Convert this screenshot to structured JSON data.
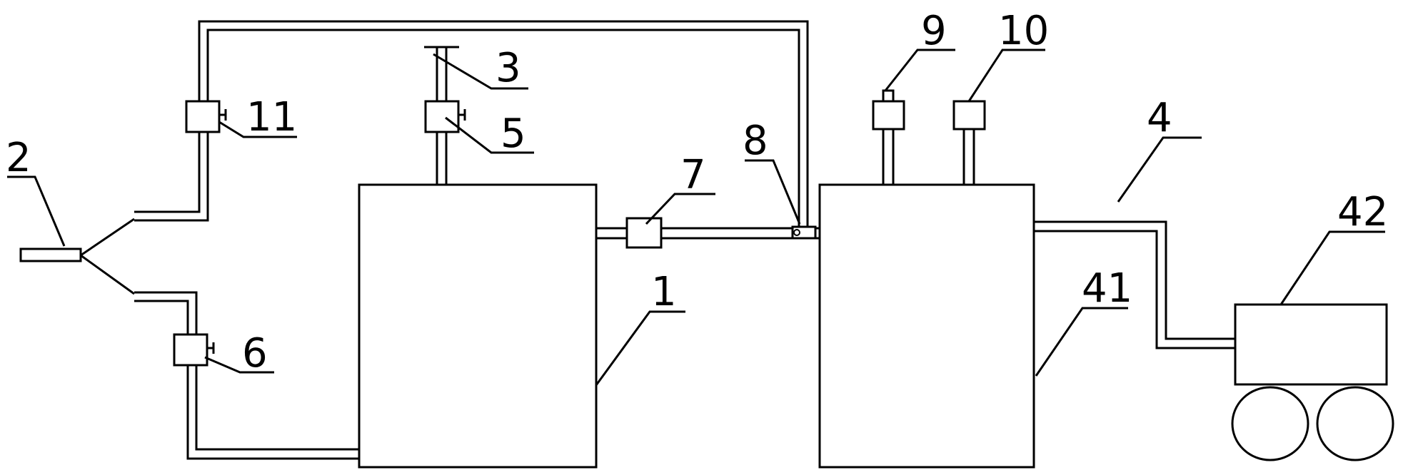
{
  "labels": {
    "l1": "1",
    "l2": "2",
    "l3": "3",
    "l4": "4",
    "l5": "5",
    "l6": "6",
    "l7": "7",
    "l8": "8",
    "l9": "9",
    "l10": "10",
    "l11": "11",
    "l41": "41",
    "l42": "42"
  }
}
